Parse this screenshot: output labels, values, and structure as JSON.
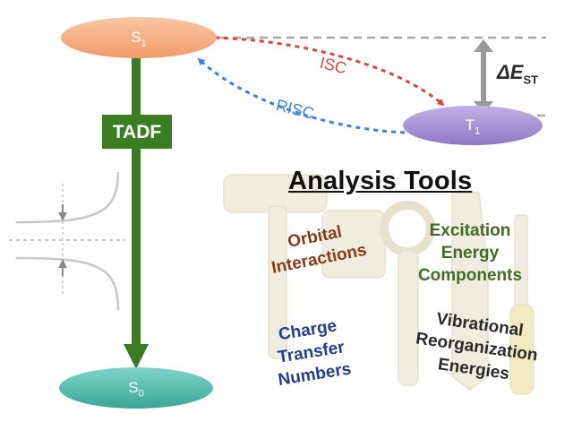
{
  "states": {
    "s1": {
      "letter": "S",
      "sub": "1",
      "fill": "#f3a97c"
    },
    "t1": {
      "letter": "T",
      "sub": "1",
      "fill": "#a48fd0"
    },
    "s0": {
      "letter": "S",
      "sub": "0",
      "fill": "#4fb9ad"
    }
  },
  "transitions": {
    "isc": {
      "label": "ISC",
      "color": "#d9463c"
    },
    "risc": {
      "label": "RISC",
      "color": "#3d80e0"
    },
    "tadf": {
      "label": "TADF",
      "color": "#3a7d22"
    }
  },
  "gap": {
    "delta": "ΔE",
    "sub": "ST"
  },
  "tools": {
    "title": "Analysis Tools",
    "items": [
      {
        "label": "Orbital Interactions",
        "color": "#8a3a14"
      },
      {
        "label": "Excitation Energy Components",
        "color": "#3f6d23"
      },
      {
        "label": "Charge Transfer Numbers",
        "color": "#233e8c"
      },
      {
        "label": "Vibrational Reorganization Energies",
        "color": "#2a2a2a"
      }
    ]
  }
}
